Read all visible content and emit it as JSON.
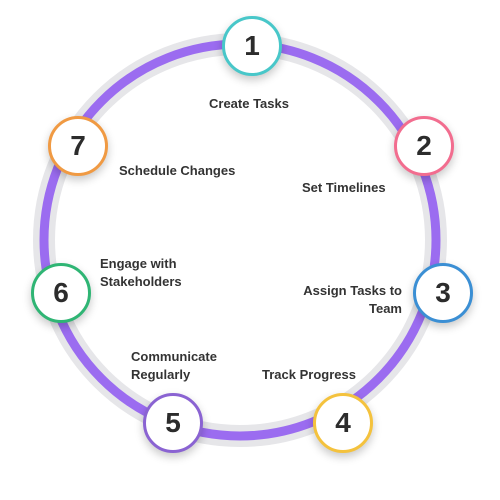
{
  "steps": [
    {
      "number": "1",
      "lines": [
        "Create Tasks"
      ],
      "color": "#48c7c9"
    },
    {
      "number": "2",
      "lines": [
        "Set Timelines"
      ],
      "color": "#f26d8f"
    },
    {
      "number": "3",
      "lines": [
        "Assign Tasks to",
        "Team"
      ],
      "color": "#3b8fd4"
    },
    {
      "number": "4",
      "lines": [
        "Track Progress"
      ],
      "color": "#f4c23d"
    },
    {
      "number": "5",
      "lines": [
        "Communicate",
        "Regularly"
      ],
      "color": "#8a63d2"
    },
    {
      "number": "6",
      "lines": [
        "Engage with",
        "Stakeholders"
      ],
      "color": "#2fb574"
    },
    {
      "number": "7",
      "lines": [
        "Schedule Changes"
      ],
      "color": "#f09a43"
    }
  ],
  "colors": {
    "ring": "#9b6cf0",
    "track": "#e6e6e9"
  }
}
